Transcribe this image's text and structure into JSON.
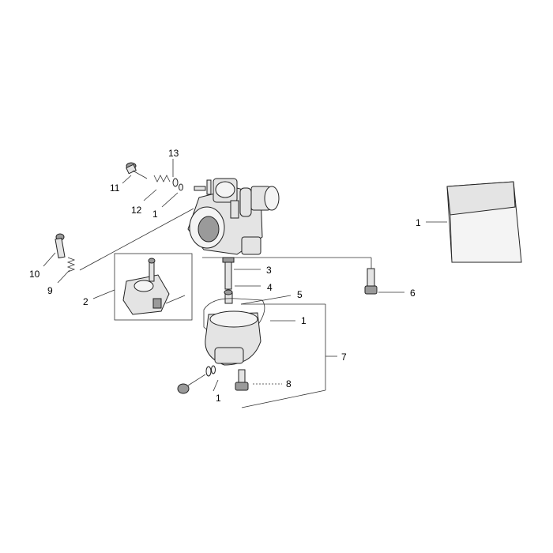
{
  "callouts": [
    {
      "id": "c13",
      "label": "13"
    },
    {
      "id": "c11",
      "label": "11"
    },
    {
      "id": "c12",
      "label": "12"
    },
    {
      "id": "c1a",
      "label": "1"
    },
    {
      "id": "c10",
      "label": "10"
    },
    {
      "id": "c9",
      "label": "9"
    },
    {
      "id": "c2",
      "label": "2"
    },
    {
      "id": "c3",
      "label": "3"
    },
    {
      "id": "c4",
      "label": "4"
    },
    {
      "id": "c5",
      "label": "5"
    },
    {
      "id": "c1b",
      "label": "1"
    },
    {
      "id": "c6",
      "label": "6"
    },
    {
      "id": "c7",
      "label": "7"
    },
    {
      "id": "c8",
      "label": "8"
    },
    {
      "id": "c1c",
      "label": "1"
    },
    {
      "id": "c1d",
      "label": "1"
    }
  ]
}
